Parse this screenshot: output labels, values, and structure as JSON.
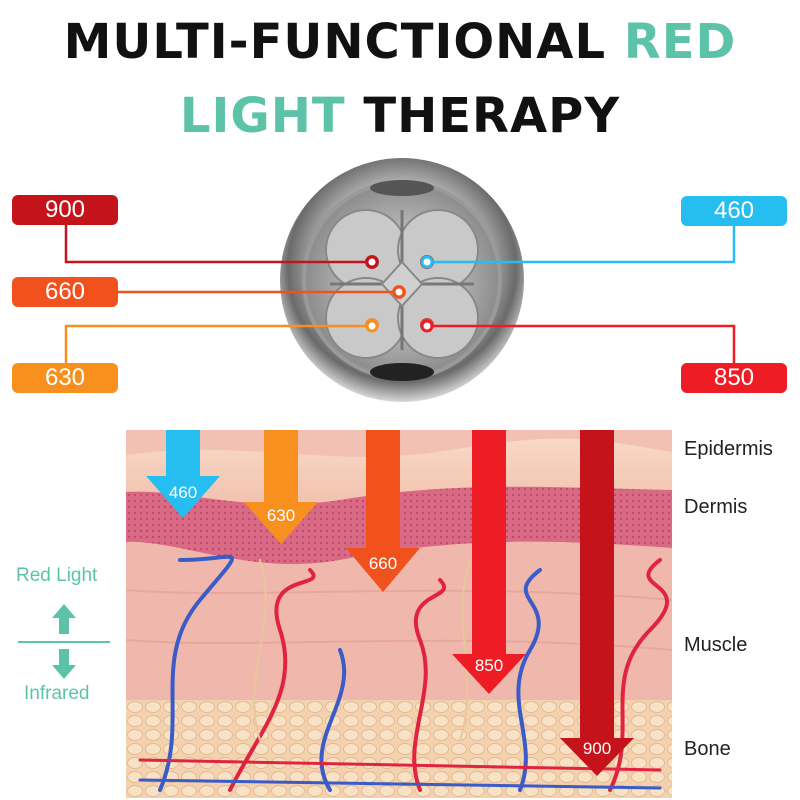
{
  "title": {
    "line1_main": "MULTI-FUNCTIONAL ",
    "line1_accent": "RED",
    "line2_accent": "LIGHT",
    "line2_main": " THERAPY"
  },
  "wavelength_labels": [
    {
      "value": "900",
      "color": "#c4131a"
    },
    {
      "value": "660",
      "color": "#f0511d"
    },
    {
      "value": "630",
      "color": "#f7901e"
    },
    {
      "value": "460",
      "color": "#26bdf0"
    },
    {
      "value": "850",
      "color": "#ee1c24"
    }
  ],
  "skin_layers": [
    "Epidermis",
    "Dermis",
    "Muscle",
    "Bone"
  ],
  "penetration_arrows": [
    "460",
    "630",
    "660",
    "850",
    "900"
  ],
  "legend": {
    "top": "Red Light",
    "bottom": "Infrared"
  },
  "colors": {
    "accent": "#5cc3a8",
    "blue_light": "#26bdf0",
    "orange_light": "#f7901e",
    "red_orange": "#f0511d",
    "red": "#ee1c24",
    "deep_red": "#c4131a"
  },
  "icons": [
    "led-lamp-head-icon",
    "up-arrow-icon",
    "down-arrow-icon"
  ]
}
